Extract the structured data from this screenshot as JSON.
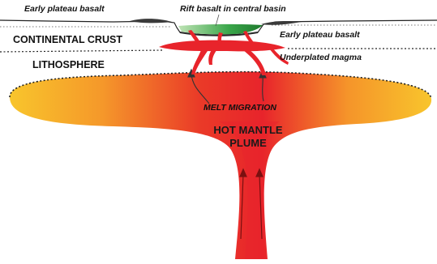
{
  "labels": {
    "early_basalt_left": "Early plateau basalt",
    "rift_basalt": "Rift basalt in central basin",
    "early_basalt_right": "Early plateau basalt",
    "continental_crust": "CONTINENTAL CRUST",
    "underplated_magma": "Underplated magma",
    "lithosphere": "LITHOSPHERE",
    "melt_migration": "MELT MIGRATION",
    "plume_line1": "HOT MANTLE",
    "plume_line2": "PLUME"
  },
  "colors": {
    "plume_core": "#e8242b",
    "plume_mid": "#f26a1f",
    "plume_edge": "#f8c02a",
    "magma": "#e8242b",
    "rift_basalt": "#2e9a3e",
    "early_basalt": "#4a4a4a"
  }
}
